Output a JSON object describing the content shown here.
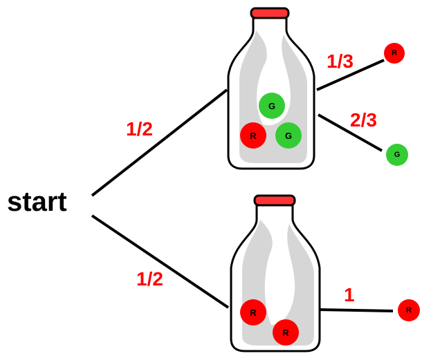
{
  "start_label": "start",
  "colors": {
    "red": "#ff0000",
    "green": "#33cc33",
    "line": "#000000",
    "cap": "#ff3333"
  },
  "branches": {
    "to_bottle1": "1/2",
    "to_bottle2": "1/2",
    "bottle1_to_red": "1/3",
    "bottle1_to_green": "2/3",
    "bottle2_to_red": "1"
  },
  "bottle1": {
    "balls": [
      {
        "letter": "G",
        "color": "green"
      },
      {
        "letter": "R",
        "color": "red"
      },
      {
        "letter": "G",
        "color": "green"
      }
    ]
  },
  "bottle2": {
    "balls": [
      {
        "letter": "R",
        "color": "red"
      },
      {
        "letter": "R",
        "color": "red"
      }
    ]
  },
  "outcomes": [
    {
      "letter": "R",
      "color": "red"
    },
    {
      "letter": "G",
      "color": "green"
    },
    {
      "letter": "R",
      "color": "red"
    }
  ]
}
